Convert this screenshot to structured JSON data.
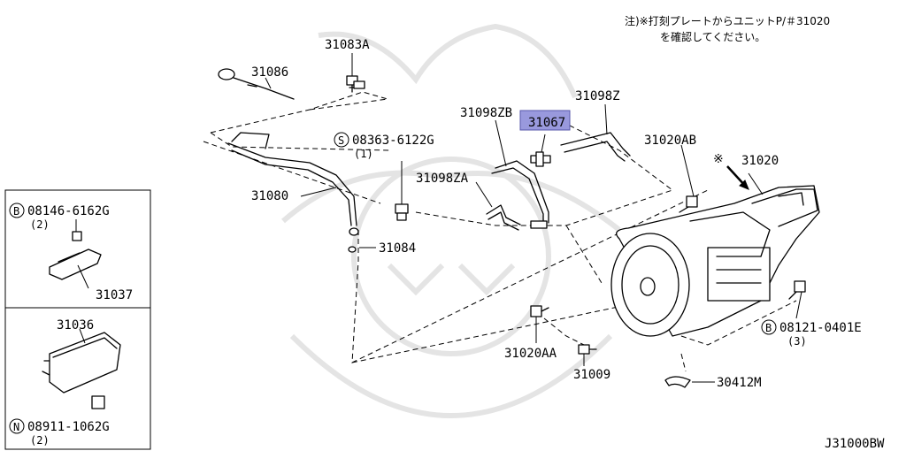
{
  "note": {
    "line1": "注)※打刻プレートからユニットP/＃31020",
    "line2": "を確認してください。"
  },
  "parts": {
    "p31083A": "31083A",
    "p31086": "31086",
    "p31098ZB": "31098ZB",
    "p31098Z": "31098Z",
    "p31067": "31067",
    "p31020AB": "31020AB",
    "p31020": "31020",
    "p08363": "08363-6122G",
    "p08363_qty": "(1)",
    "p31098ZA": "31098ZA",
    "p31080": "31080",
    "p31084": "31084",
    "p08146": "08146-6162G",
    "p08146_qty": "(2)",
    "p31037": "31037",
    "p31036": "31036",
    "p08911": "08911-1062G",
    "p08911_qty": "(2)",
    "p31020AA": "31020AA",
    "p31009": "31009",
    "p30412M": "30412M",
    "p08121": "08121-0401E",
    "p08121_qty": "(3)"
  },
  "symbols": {
    "S": "S",
    "B": "B",
    "N": "N",
    "asterisk": "※"
  },
  "highlight_color": "#9999dd",
  "diagram_code": "J31000BW"
}
